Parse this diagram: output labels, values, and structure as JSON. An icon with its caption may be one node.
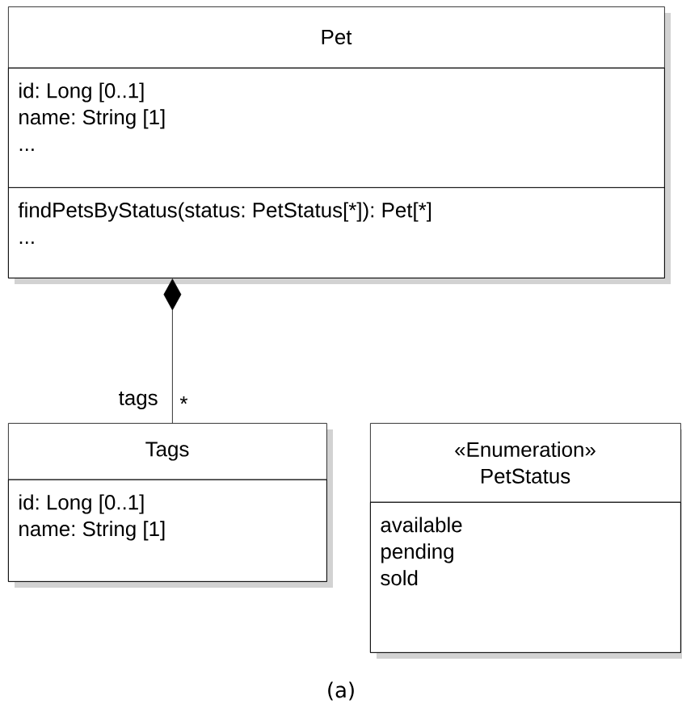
{
  "diagram": {
    "caption": "(a)",
    "nodes": [
      {
        "text": [
          "Pet"
        ]
      },
      {
        "text": [
          "id: Long [0..1]",
          "name: String [1]",
          "..."
        ],
        "in": 0
      },
      {
        "text": [
          "findPetsByStatus(status: PetStatus[*]):",
          "Pet[*]",
          "..."
        ],
        "in": 0
      },
      {
        "text": [
          "Tags"
        ]
      },
      {
        "text": [
          "id: Long [0..1]",
          "name: String [1]"
        ],
        "in": 3
      },
      {
        "text": [
          "«Enumeration»",
          "PetStatus"
        ]
      },
      {
        "text": [
          "available",
          "pending",
          "sold"
        ],
        "in": 5
      }
    ],
    "edges": [
      {
        "from": 0,
        "to": 3,
        "arrow": "other"
      }
    ],
    "labels": [
      "tags",
      "*"
    ]
  }
}
